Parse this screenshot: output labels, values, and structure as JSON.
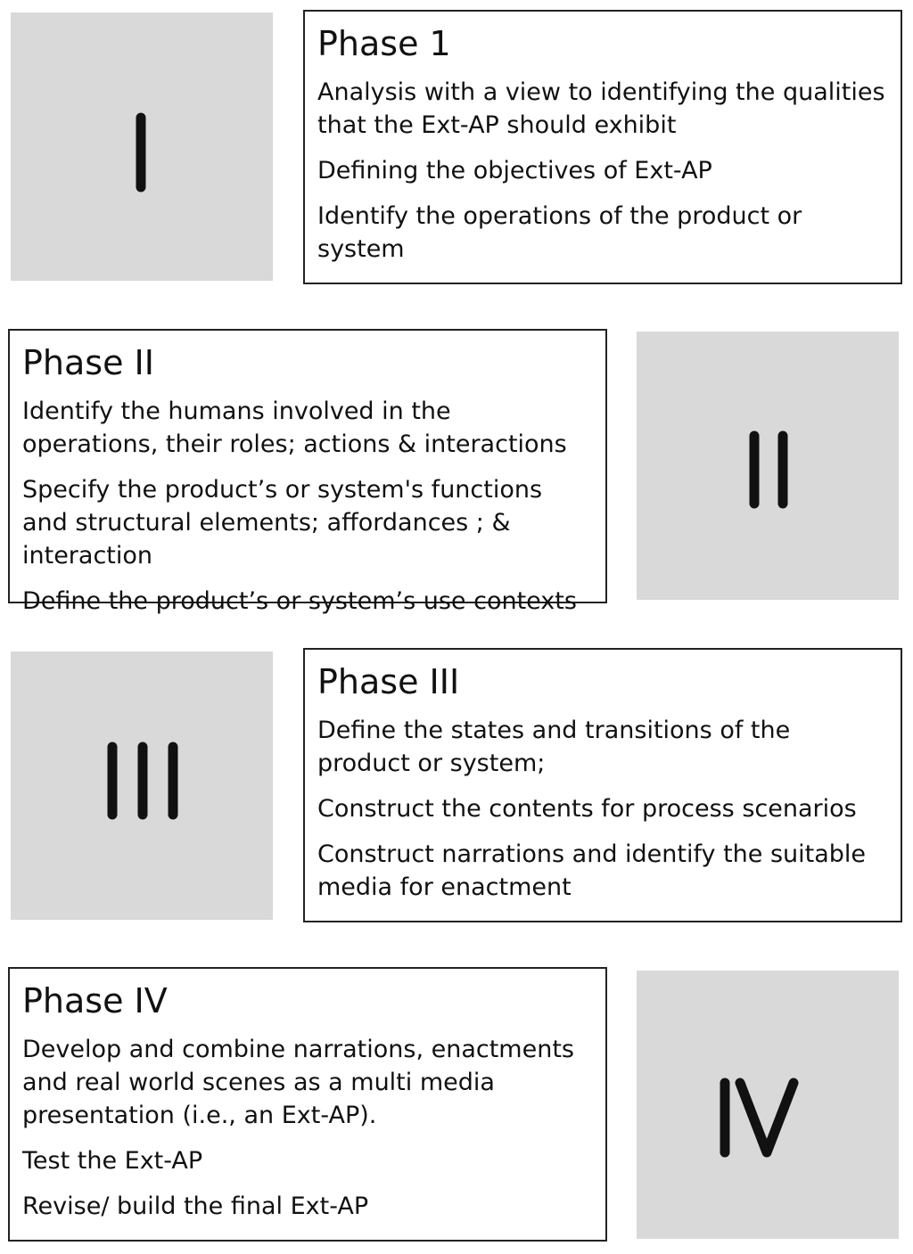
{
  "phases": [
    {
      "numeral": "I",
      "title": "Phase 1",
      "items": [
        "Analysis  with a view to identifying the qualities that the Ext-AP should exhibit",
        "Defining the objectives of Ext-AP",
        "Identify the operations of the product or system"
      ]
    },
    {
      "numeral": "II",
      "title": "Phase II",
      "items": [
        "Identify the humans involved in the operations, their roles;  actions & interactions",
        "Specify the product’s or system's functions and structural elements; affordances ; & interaction",
        "Define the product’s or system’s use contexts"
      ]
    },
    {
      "numeral": "III",
      "title": "Phase III",
      "items": [
        "Define the states and transitions of the product or system;",
        "Construct the contents for process scenarios",
        "Construct narrations and identify the suitable media for enactment"
      ]
    },
    {
      "numeral": "IV",
      "title": "Phase IV",
      "items": [
        "Develop and combine narrations, enactments and real world scenes as a multi media presentation (i.e., an Ext-AP).",
        "Test the Ext-AP",
        "Revise/ build the final Ext-AP"
      ]
    }
  ],
  "colors": {
    "numeral_background": "#d9d9d9",
    "box_border": "#222222",
    "text": "#111111"
  }
}
